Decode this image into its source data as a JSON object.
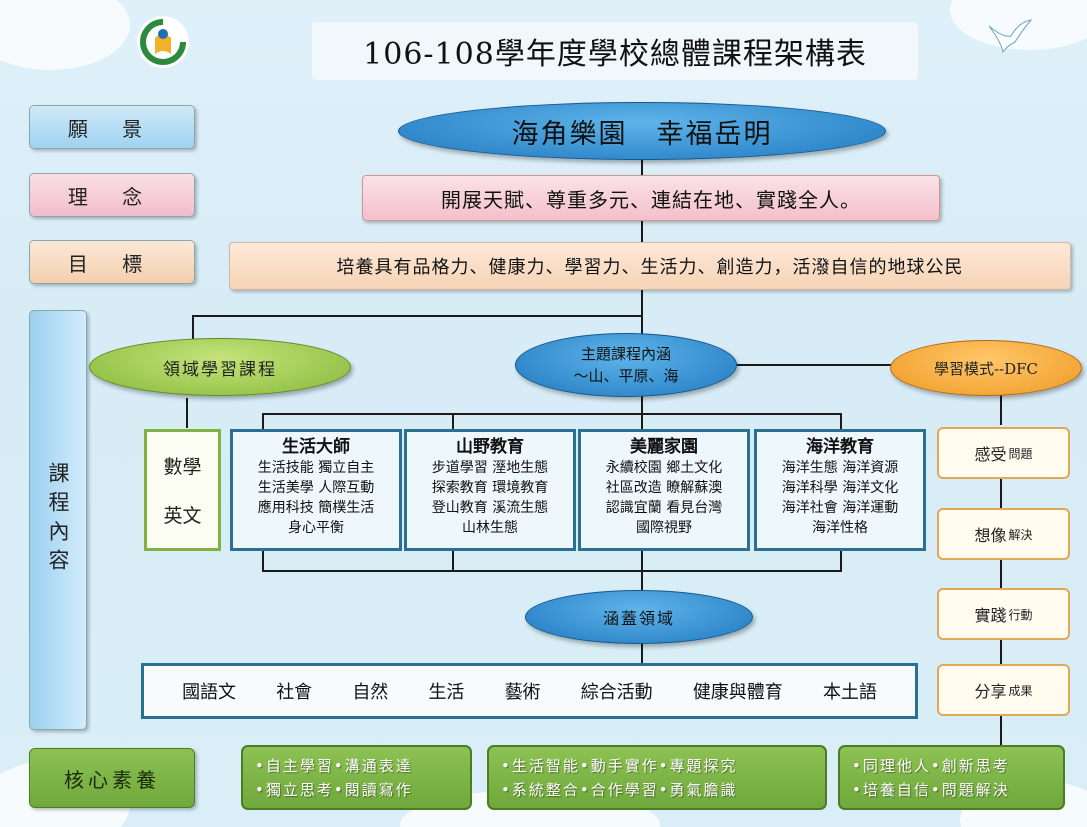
{
  "title": "106-108學年度學校總體課程架構表",
  "left_labels": {
    "vision": "願 景",
    "philosophy": "理 念",
    "goal": "目 標",
    "curriculum": "課程內容",
    "core": "核心素養"
  },
  "vision_text": "海角樂園　幸福岳明",
  "philosophy_text": "開展天賦、尊重多元、連結在地、實踐全人。",
  "goal_text": "培養具有品格力、健康力、學習力、生活力、創造力，活潑自信的地球公民",
  "domain_course": "領域學習課程",
  "theme_course": {
    "line1": "主題課程內涵",
    "line2": "～山、平原、海"
  },
  "learning_mode": "學習模式--DFC",
  "subjects": [
    "數學",
    "英文"
  ],
  "themes": [
    {
      "title": "生活大師",
      "lines": [
        "生活技能 獨立自主",
        "生活美學 人際互動",
        "應用科技 簡樸生活",
        "身心平衡"
      ]
    },
    {
      "title": "山野教育",
      "lines": [
        "步道學習 溼地生態",
        "探索教育 環境教育",
        "登山教育 溪流生態",
        "山林生態"
      ]
    },
    {
      "title": "美麗家園",
      "lines": [
        "永續校園 鄉土文化",
        "社區改造 瞭解蘇澳",
        "認識宜蘭 看見台灣",
        "國際視野"
      ]
    },
    {
      "title": "海洋教育",
      "lines": [
        "海洋生態 海洋資源",
        "海洋科學 海洋文化",
        "海洋社會 海洋運動",
        "海洋性格"
      ]
    }
  ],
  "covered_domains_label": "涵蓋領域",
  "domains": [
    "國語文",
    "社會",
    "自然",
    "生活",
    "藝術",
    "綜合活動",
    "健康與體育",
    "本土語"
  ],
  "dfc_steps": [
    {
      "main": "感受",
      "sub": "問題"
    },
    {
      "main": "想像",
      "sub": "解決"
    },
    {
      "main": "實踐",
      "sub": "行動"
    },
    {
      "main": "分享",
      "sub": "成果"
    }
  ],
  "core_groups": [
    {
      "line1": "•自主學習•溝通表達",
      "line2": "•獨立思考•閱讀寫作"
    },
    {
      "line1": "•生活智能•動手實作•專題探究",
      "line2": "•系統整合•合作學習•勇氣膽識"
    },
    {
      "line1": "•同理他人•創新思考",
      "line2": "•培養自信•問題解決"
    }
  ],
  "colors": {
    "vision_ellipse": "#2a86c8",
    "domain_ellipse": "#9ccc4c",
    "mode_ellipse": "#f3a233",
    "core_green": "#78b144",
    "theme_border": "#2a7090"
  }
}
